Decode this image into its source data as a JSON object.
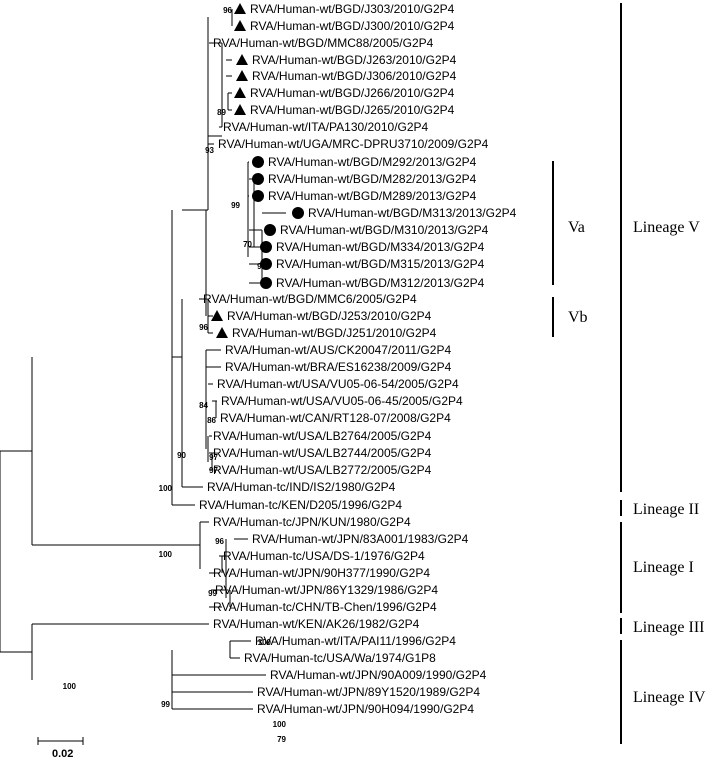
{
  "leaves": [
    {
      "label": "RVA/Human-wt/BGD/J303/2010/G2P4",
      "marker": "triangle"
    },
    {
      "label": "RVA/Human-wt/BGD/J300/2010/G2P4",
      "marker": "triangle"
    },
    {
      "label": "RVA/Human-wt/BGD/MMC88/2005/G2P4",
      "marker": ""
    },
    {
      "label": "RVA/Human-wt/BGD/J263/2010/G2P4",
      "marker": "triangle"
    },
    {
      "label": "RVA/Human-wt/BGD/J306/2010/G2P4",
      "marker": "triangle"
    },
    {
      "label": "RVA/Human-wt/BGD/J266/2010/G2P4",
      "marker": "triangle"
    },
    {
      "label": "RVA/Human-wt/BGD/J265/2010/G2P4",
      "marker": "triangle"
    },
    {
      "label": "RVA/Human-wt/ITA/PA130/2010/G2P4",
      "marker": ""
    },
    {
      "label": "RVA/Human-wt/UGA/MRC-DPRU3710/2009/G2P4",
      "marker": ""
    },
    {
      "label": "RVA/Human-wt/BGD/M292/2013/G2P4",
      "marker": "circle"
    },
    {
      "label": "RVA/Human-wt/BGD/M282/2013/G2P4",
      "marker": "circle"
    },
    {
      "label": "RVA/Human-wt/BGD/M289/2013/G2P4",
      "marker": "circle"
    },
    {
      "label": "RVA/Human-wt/BGD/M313/2013/G2P4",
      "marker": "circle"
    },
    {
      "label": "RVA/Human-wt/BGD/M310/2013/G2P4",
      "marker": "circle"
    },
    {
      "label": "RVA/Human-wt/BGD/M334/2013/G2P4",
      "marker": "circle"
    },
    {
      "label": "RVA/Human-wt/BGD/M315/2013/G2P4",
      "marker": "circle"
    },
    {
      "label": "RVA/Human-wt/BGD/M312/2013/G2P4",
      "marker": "circle"
    },
    {
      "label": "RVA/Human-wt/BGD/MMC6/2005/G2P4",
      "marker": ""
    },
    {
      "label": "RVA/Human-wt/BGD/J253/2010/G2P4",
      "marker": "triangle"
    },
    {
      "label": "RVA/Human-wt/BGD/J251/2010/G2P4",
      "marker": "triangle"
    },
    {
      "label": "RVA/Human-wt/AUS/CK20047/2011/G2P4",
      "marker": ""
    },
    {
      "label": "RVA/Human-wt/BRA/ES16238/2009/G2P4",
      "marker": ""
    },
    {
      "label": "RVA/Human-wt/USA/VU05-06-54/2005/G2P4",
      "marker": ""
    },
    {
      "label": "RVA/Human-wt/USA/VU05-06-45/2005/G2P4",
      "marker": ""
    },
    {
      "label": "RVA/Human-wt/CAN/RT128-07/2008/G2P4",
      "marker": ""
    },
    {
      "label": "RVA/Human-wt/USA/LB2764/2005/G2P4",
      "marker": ""
    },
    {
      "label": "RVA/Human-wt/USA/LB2744/2005/G2P4",
      "marker": ""
    },
    {
      "label": "RVA/Human-wt/USA/LB2772/2005/G2P4",
      "marker": ""
    },
    {
      "label": "RVA/Human-tc/IND/IS2/1980/G2P4",
      "marker": ""
    },
    {
      "label": "RVA/Human-tc/KEN/D205/1996/G2P4",
      "marker": ""
    },
    {
      "label": "RVA/Human-tc/JPN/KUN/1980/G2P4",
      "marker": ""
    },
    {
      "label": "RVA/Human-wt/JPN/83A001/1983/G2P4",
      "marker": ""
    },
    {
      "label": "RVA/Human-tc/USA/DS-1/1976/G2P4",
      "marker": ""
    },
    {
      "label": "RVA/Human-wt/JPN/90H377/1990/G2P4",
      "marker": ""
    },
    {
      "label": "RVA/Human-wt/JPN/86Y1329/1986/G2P4",
      "marker": ""
    },
    {
      "label": "RVA/Human-tc/CHN/TB-Chen/1996/G2P4",
      "marker": ""
    },
    {
      "label": "RVA/Human-wt/KEN/AK26/1982/G2P4",
      "marker": ""
    },
    {
      "label": "RVA/Human-wt/ITA/PAI11/1996/G2P4",
      "marker": ""
    },
    {
      "label": "RVA/Human-tc/USA/Wa/1974/G1P8",
      "marker": ""
    },
    {
      "label": "RVA/Human-wt/JPN/90A009/1990/G2P4",
      "marker": ""
    },
    {
      "label": "RVA/Human-wt/JPN/89Y1520/1989/G2P4",
      "marker": ""
    },
    {
      "label": "RVA/Human-wt/JPN/90H094/1990/G2P4",
      "marker": ""
    }
  ],
  "bootstrap": [
    "96",
    "89",
    "93",
    "99",
    "70",
    "91",
    "96",
    "84",
    "86",
    "90",
    "100",
    "97",
    "97",
    "96",
    "100",
    "99",
    "100",
    "100",
    "99",
    "100",
    "79"
  ],
  "subgroups": [
    "Va",
    "Vb"
  ],
  "lineages": [
    "Lineage V",
    "Lineage II",
    "Lineage I",
    "Lineage III",
    "Lineage IV"
  ],
  "scale": "0.02"
}
